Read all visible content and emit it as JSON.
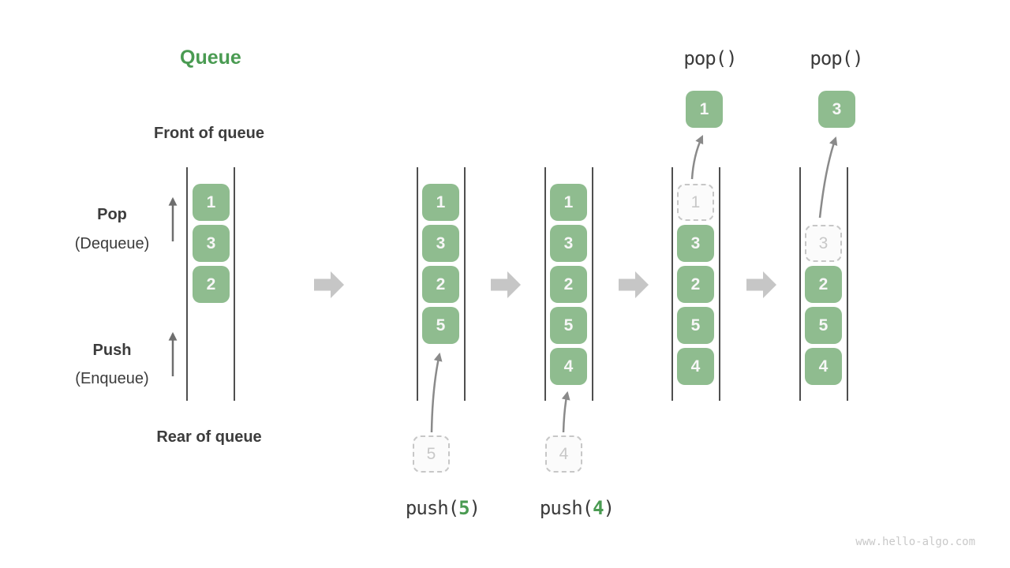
{
  "title": "Queue",
  "side_labels": {
    "front": "Front of queue",
    "rear": "Rear of queue",
    "pop": "Pop",
    "pop_sub": "(Dequeue)",
    "push": "Push",
    "push_sub": "(Enqueue)"
  },
  "queues": [
    {
      "name": "state-initial",
      "boxes": [
        {
          "value": "1"
        },
        {
          "value": "3"
        },
        {
          "value": "2"
        }
      ]
    },
    {
      "name": "state-after-push-5",
      "boxes": [
        {
          "value": "1"
        },
        {
          "value": "3"
        },
        {
          "value": "2"
        },
        {
          "value": "5"
        }
      ]
    },
    {
      "name": "state-after-push-4",
      "boxes": [
        {
          "value": "1"
        },
        {
          "value": "3"
        },
        {
          "value": "2"
        },
        {
          "value": "5"
        },
        {
          "value": "4"
        }
      ]
    },
    {
      "name": "state-after-pop-1",
      "boxes": [
        {
          "value": "1",
          "ghost": true
        },
        {
          "value": "3"
        },
        {
          "value": "2"
        },
        {
          "value": "5"
        },
        {
          "value": "4"
        }
      ]
    },
    {
      "name": "state-after-pop-3",
      "boxes": [
        {
          "value": "3",
          "ghost": true
        },
        {
          "value": "2"
        },
        {
          "value": "5"
        },
        {
          "value": "4"
        }
      ]
    }
  ],
  "pops": [
    {
      "label": "pop()",
      "value": "1"
    },
    {
      "label": "pop()",
      "value": "3"
    }
  ],
  "pushes": [
    {
      "fn": "push(",
      "arg": "5",
      "close": ")",
      "ghost_value": "5"
    },
    {
      "fn": "push(",
      "arg": "4",
      "close": ")",
      "ghost_value": "4"
    }
  ],
  "watermark": "www.hello-algo.com",
  "colors": {
    "box_green": "#8FBC8F",
    "title_green": "#4A9B52",
    "text_dark": "#3C3C3C",
    "ghost_gray": "#C8C8C8",
    "block_arrow_gray": "#C6C6C6",
    "thin_arrow_gray": "#8A8A8A",
    "wall_gray": "#4F4F4F",
    "watermark_gray": "#C9C9C9"
  }
}
